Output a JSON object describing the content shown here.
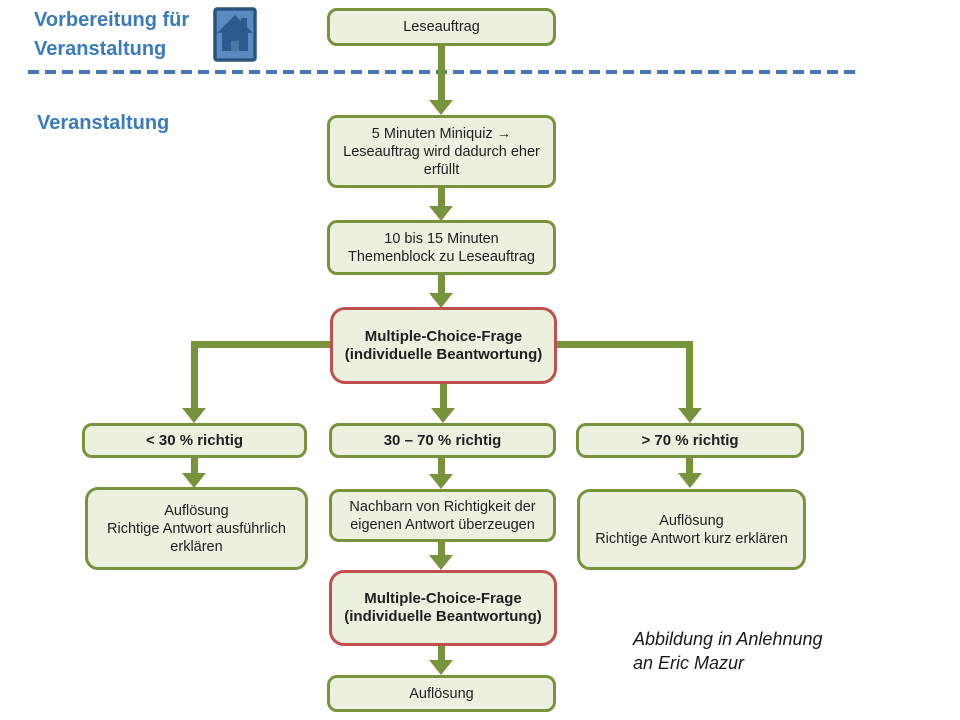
{
  "diagram": {
    "section_labels": {
      "preparation": {
        "line1": "Vorbereitung für",
        "line2": "Veranstaltung"
      },
      "event": "Veranstaltung"
    },
    "nodes": {
      "leseauftrag": {
        "text": "Leseauftrag"
      },
      "miniquiz": {
        "text": "5 Minuten Miniquiz →\nLeseauftrag wird dadurch eher\nerfüllt"
      },
      "themenblock": {
        "text": "10 bis 15 Minuten\nThemenblock zu Leseauftrag"
      },
      "mc_frage_1": {
        "text": "Multiple-Choice-Frage\n(individuelle Beantwortung)"
      },
      "unter_30": {
        "text": "< 30 % richtig"
      },
      "zwischen_30_70": {
        "text": "30 – 70 % richtig"
      },
      "ueber_70": {
        "text": "> 70 % richtig"
      },
      "aufloesung_ausfuehrlich": {
        "text": "Auflösung\nRichtige Antwort ausführlich\nerklären"
      },
      "nachbarn_ueberzeugen": {
        "text": "Nachbarn von Richtigkeit der\neigenen Antwort überzeugen"
      },
      "aufloesung_kurz": {
        "text": "Auflösung\nRichtige Antwort kurz erklären"
      },
      "mc_frage_2": {
        "text": "Multiple-Choice-Frage\n(individuelle Beantwortung)"
      },
      "aufloesung_final": {
        "text": "Auflösung"
      }
    },
    "annotation": {
      "line1": "Abbildung in Anlehnung",
      "line2": "an Eric Mazur"
    },
    "icons": {
      "home": "home-icon"
    },
    "colors": {
      "accent_blue": "#3a7abf",
      "divider_blue": "#4576b5",
      "box_fill": "#ebf1de",
      "box_border_green": "#77933c",
      "box_border_red": "#c0504d",
      "connector_green": "#77933c"
    }
  }
}
